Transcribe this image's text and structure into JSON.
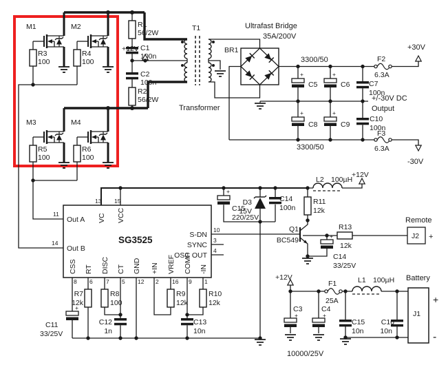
{
  "supply": {
    "p12": "+12V",
    "p30": "+30V",
    "n30": "-30V"
  },
  "power_stage": {
    "m1": "M1",
    "m2": "M2",
    "m3": "M3",
    "m4": "M4",
    "r3": "R3",
    "r4": "R4",
    "r5": "R5",
    "r6": "R6",
    "gate_r_val": "100"
  },
  "snubber": {
    "r1": "R1",
    "r1_val": "56/2W",
    "c1": "C1",
    "c1_val": "100n",
    "c2": "C2",
    "c2_val": "100n",
    "r2": "R2",
    "r2_val": "56/2W"
  },
  "transformer": {
    "ref": "T1",
    "name": "Transformer"
  },
  "bridge": {
    "title": "Ultrafast Bridge",
    "rating": "35A/200V",
    "ref": "BR1",
    "bulk_top": "3300/50",
    "bulk_bot": "3300/50",
    "c5": "C5",
    "c6": "C6",
    "c7": "C7",
    "c7_val": "100n",
    "c8": "C8",
    "c9": "C9",
    "c10": "C10",
    "c10_val": "100n",
    "f2": "F2",
    "f2_val": "6.3A",
    "f3": "F3",
    "f3_val": "6.3A",
    "out_line1": "+/-30V DC",
    "out_line2": "Output",
    "plus": "+"
  },
  "controller": {
    "ic": "SG3525",
    "pin_names": {
      "vc": "VC",
      "vcc": "VCC",
      "out_a": "Out A",
      "out_b": "Out B",
      "s_dn": "S-DN",
      "sync": "SYNC",
      "osc_out": "OSC OUT",
      "css": "CSS",
      "rt": "RT",
      "disc": "DISC",
      "ct": "CT",
      "gnd": "GND",
      "in_p": "+IN",
      "vref": "VREF",
      "comp": "COMP",
      "in_n": "-IN"
    },
    "pin_numbers": {
      "n13": "13",
      "n15": "15",
      "n11": "11",
      "n14": "14",
      "n10": "10",
      "n3": "3",
      "n4": "4",
      "n8": "8",
      "n6": "6",
      "n7": "7",
      "n5": "5",
      "n12": "12",
      "n2": "2",
      "n16": "16",
      "n9": "9",
      "n1": "1"
    }
  },
  "aux": {
    "c15": "C15",
    "c15_val": "220/25V",
    "d3": "D3",
    "d3_val": "15V",
    "c14": "C14",
    "c14_val": "100n",
    "r11": "R11",
    "r11_val": "12k",
    "l2": "L2",
    "l2_val": "100µH",
    "q1": "Q1",
    "q1_val": "BC549",
    "r13": "R13",
    "r13_val": "12k",
    "c14b": "C14",
    "c14b_val": "33/25V"
  },
  "remote": {
    "label": "Remote",
    "ref": "J2",
    "plus": "+"
  },
  "timing": {
    "r7": "R7",
    "r7_val": "12k",
    "r8": "R8",
    "r8_val": "100",
    "r9": "R9",
    "r9_val": "12k",
    "r10": "R10",
    "r10_val": "12k",
    "c11": "C11",
    "c11_val": "33/25V",
    "c12": "C12",
    "c12_val": "1n",
    "c13": "C13",
    "c13_val": "10n"
  },
  "input": {
    "c3": "C3",
    "c4": "C4",
    "bulk": "10000/25V",
    "f1": "F1",
    "f1_val": "25A",
    "l1": "L1",
    "l1_val": "100µH",
    "c15b": "C15",
    "c15b_val": "10n",
    "c16": "C16",
    "c16b_val": "10n",
    "battery": "Battery",
    "ref": "J1",
    "plus": "+",
    "minus": "-"
  }
}
